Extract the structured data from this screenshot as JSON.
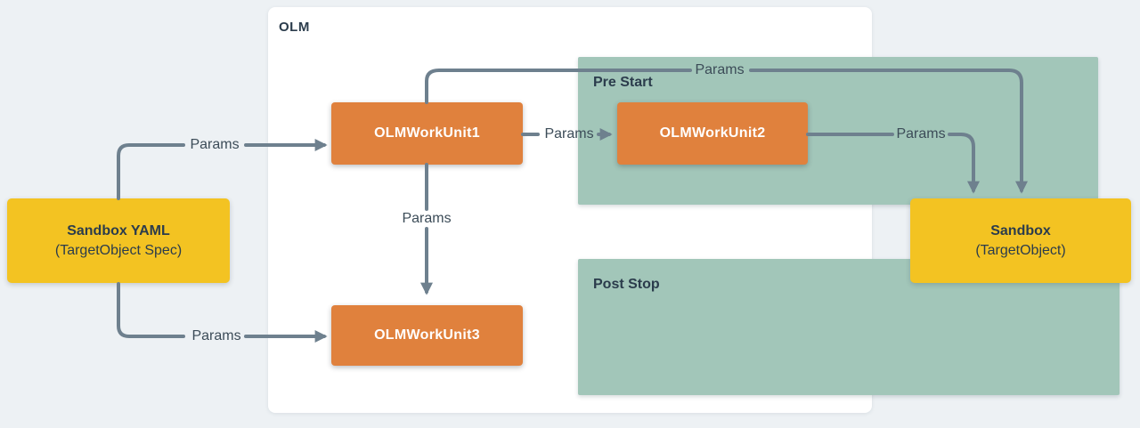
{
  "panel": {
    "title": "OLM"
  },
  "groups": {
    "pre_start": {
      "label": "Pre Start"
    },
    "post_stop": {
      "label": "Post Stop"
    }
  },
  "nodes": {
    "unit1": {
      "label": "OLMWorkUnit1"
    },
    "unit2": {
      "label": "OLMWorkUnit2"
    },
    "unit3": {
      "label": "OLMWorkUnit3"
    },
    "sandbox_yaml": {
      "title": "Sandbox YAML",
      "subtitle": "(TargetObject Spec)"
    },
    "sandbox": {
      "title": "Sandbox",
      "subtitle": "(TargetObject)"
    }
  },
  "edges": [
    {
      "from": "sandbox-yaml",
      "to": "olmworkunit1",
      "label": "Params"
    },
    {
      "from": "olmworkunit1",
      "to": "sandbox",
      "label": "Params"
    },
    {
      "from": "olmworkunit1",
      "to": "olmworkunit2",
      "label": "Params"
    },
    {
      "from": "olmworkunit2",
      "to": "sandbox",
      "label": "Params"
    },
    {
      "from": "olmworkunit1",
      "to": "olmworkunit3",
      "label": "Params"
    },
    {
      "from": "sandbox-yaml",
      "to": "olmworkunit3",
      "label": "Params"
    }
  ],
  "colors": {
    "background": "#edf1f4",
    "panel": "#ffffff",
    "group": "#a2c6b9",
    "node": "#e0813d",
    "endpoint": "#f3c322",
    "arrow": "#6e808e",
    "heading": "#2b3c4c",
    "label": "#3c4c58",
    "node_text": "#ffffff"
  }
}
